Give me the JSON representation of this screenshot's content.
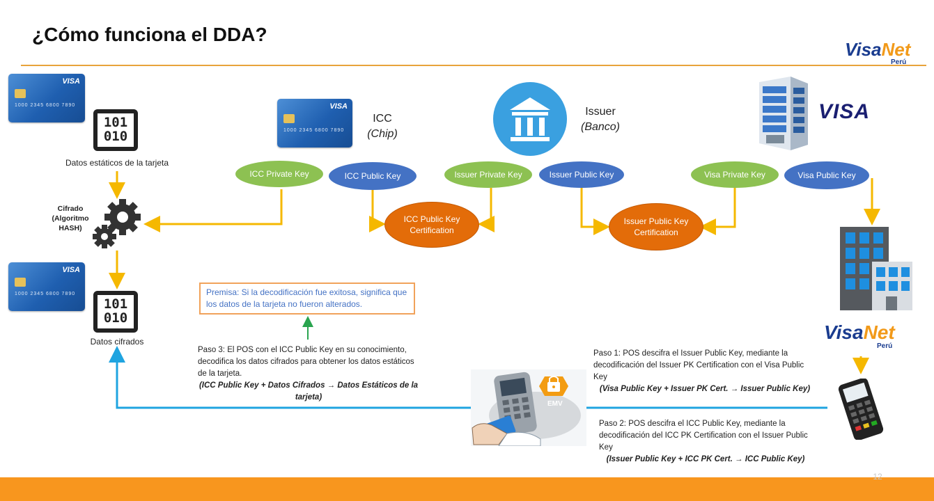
{
  "slide": {
    "title": "¿Cómo funciona el DDA?",
    "page_number": "12",
    "logo": {
      "word1": "Visa",
      "word2": "Net",
      "sub": "Perú"
    }
  },
  "left_column": {
    "card_brand": "VISA",
    "card_number": "1000 2345 6800 7890",
    "static_data_icon": "101\n010",
    "static_data_label": "Datos estáticos de la tarjeta",
    "cipher_label": "Cifrado\n(Algoritmo\nHASH)",
    "encrypted_icon": "101\n010",
    "encrypted_label": "Datos cifrados"
  },
  "entities": {
    "icc": {
      "line1": "ICC",
      "line2": "(Chip)"
    },
    "issuer": {
      "line1": "Issuer",
      "line2": "(Banco)"
    },
    "visa_wordmark": "VISA"
  },
  "keys": {
    "icc_private": "ICC Private Key",
    "icc_public": "ICC Public Key",
    "issuer_private": "Issuer Private Key",
    "issuer_public": "Issuer Public Key",
    "visa_private": "Visa Private Key",
    "visa_public": "Visa Public Key",
    "icc_cert": "ICC Public Key Certification",
    "issuer_cert": "Issuer Public Key Certification"
  },
  "premise": "Premisa: Si la decodificación fue exitosa, significa que los datos de la tarjeta no fueron alterados.",
  "steps": {
    "step3_text": "Paso 3: El POS con el ICC Public Key en su conocimiento, decodifica los datos cifrados para obtener los datos estáticos de la tarjeta.",
    "step3_formula": "(ICC Public Key + Datos Cifrados  → Datos Estáticos de la tarjeta)",
    "step1_text": "Paso 1: POS descifra el Issuer Public Key, mediante la decodificación del Issuer PK Certification con el Visa Public Key",
    "step1_formula": "(Visa Public Key + Issuer PK Cert.  → Issuer Public Key)",
    "step2_text": "Paso 2: POS descifra el ICC Public Key, mediante la decodificación del ICC PK Certification con el Issuer Public Key",
    "step2_formula": "(Issuer Public Key + ICC PK Cert.  → ICC Public Key)"
  },
  "colors": {
    "accent_orange": "#f8961e",
    "key_green": "#8dc152",
    "key_blue": "#4472c4",
    "cert_orange": "#e36c09",
    "arrow_yellow": "#f5b800",
    "arrow_cyan": "#1fa4e0",
    "arrow_green": "#2aa44f"
  }
}
